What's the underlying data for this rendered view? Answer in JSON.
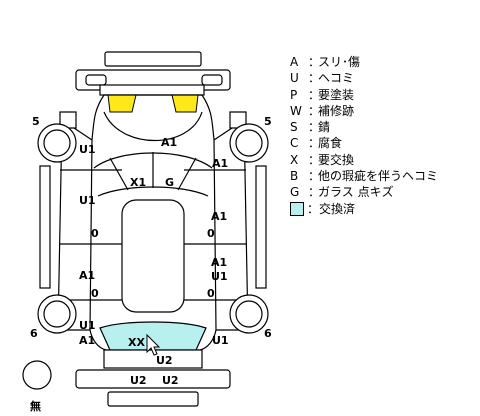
{
  "legend": {
    "items": [
      {
        "code": "A",
        "sep": "：",
        "text": "スリ･傷"
      },
      {
        "code": "U",
        "sep": "：",
        "text": "ヘコミ"
      },
      {
        "code": "P",
        "sep": "：",
        "text": "要塗装"
      },
      {
        "code": "W",
        "sep": "：",
        "text": "補修跡"
      },
      {
        "code": "S",
        "sep": "：",
        "text": "錆"
      },
      {
        "code": "C",
        "sep": "：",
        "text": "腐食"
      },
      {
        "code": "X",
        "sep": "：",
        "text": "要交換"
      },
      {
        "code": "B",
        "sep": "：",
        "text": "他の瑕疵を伴うヘコミ"
      },
      {
        "code": "G",
        "sep": "：",
        "text": "ガラス 点キズ"
      }
    ],
    "swatch_text": "：交換済"
  },
  "wheel_numbers": {
    "front_left": "5",
    "front_right": "5",
    "rear_left": "6",
    "rear_right": "6"
  },
  "marks": {
    "hood": "A1",
    "windshield_left": "X1",
    "windshield_right": "G",
    "front_left_fender": "U1",
    "front_right_fender": "A1",
    "left_front_door": "U1",
    "right_front_door": "A1",
    "left_rear_door": "A1",
    "right_rear_door_top": "A1",
    "right_rear_door_bottom": "U1",
    "left_rear_fender_top": "U1",
    "left_rear_fender_bottom": "A1",
    "right_rear_fender": "U1",
    "rear_glass": "XX",
    "rear_panel": "U2",
    "rear_bumper_left": "U2",
    "rear_bumper_right": "U2",
    "left_sill_mark": "0",
    "left_rear_sill_mark": "0",
    "right_sill_mark": "0",
    "right_rear_sill_mark": "0"
  },
  "spare_tire_label": "無",
  "colors": {
    "headlight": "#ffe81a",
    "taillight": "#e00000",
    "replaced": "#b8f0f0"
  }
}
